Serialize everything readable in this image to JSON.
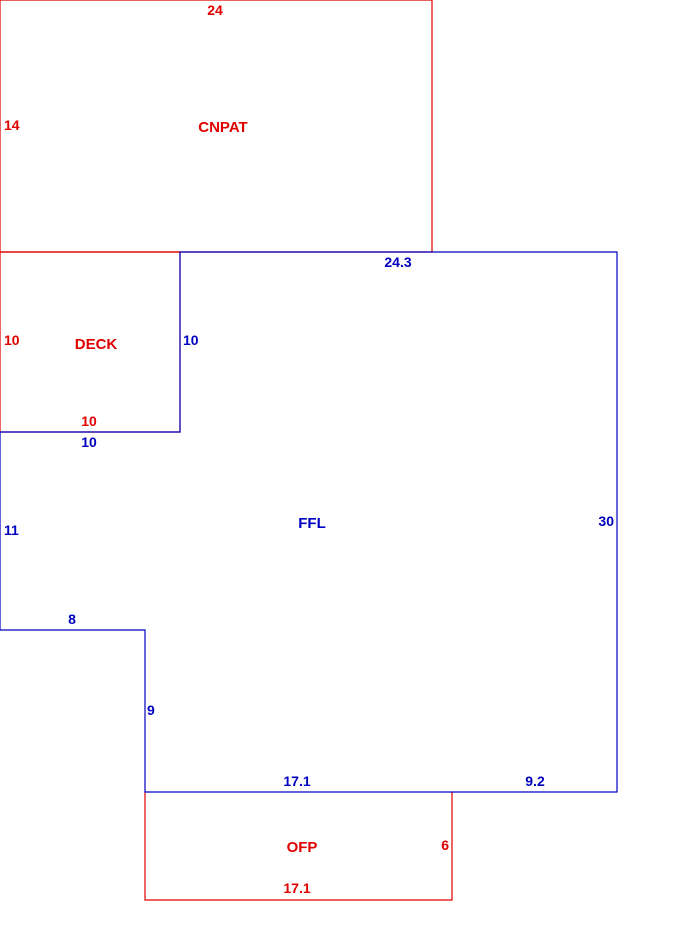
{
  "colors": {
    "red": "#e00000",
    "blue": "#0000c0"
  },
  "areas": {
    "cnpat": {
      "label": "CNPAT",
      "top": "24",
      "left": "14"
    },
    "deck": {
      "label": "DECK",
      "left": "10",
      "right": "10",
      "bottom": "10"
    },
    "ffl": {
      "label": "FFL",
      "top": "24.3",
      "right": "30",
      "deck_bottom": "10",
      "left_upper": "11",
      "step_top": "8",
      "step_side": "9",
      "bottom_left": "17.1",
      "bottom_right": "9.2"
    },
    "ofp": {
      "label": "OFP",
      "right": "6",
      "bottom": "17.1"
    }
  }
}
